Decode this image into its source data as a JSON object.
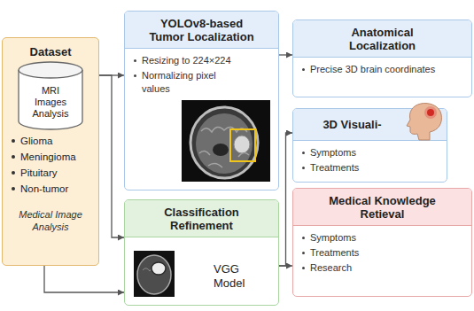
{
  "diagram": {
    "nodes": [
      {
        "text": [
          "Dataset",
          "Glioma",
          "Meningioma",
          "Pituitary",
          "Non-tumor",
          "Medical Image Analysis"
        ]
      },
      {
        "text": [
          "MRI Images Analysis"
        ],
        "in": 0
      },
      {
        "text": [
          "YOLOv8-based Tumor Localization",
          "Resizing to 224×224",
          "Normalizing pixel values"
        ]
      },
      {
        "text": [
          "Anatomical Localization",
          "Precise 3D brain coordinates"
        ]
      },
      {
        "text": [
          "3D Visuali-",
          "Symptoms",
          "Treatments"
        ]
      },
      {
        "text": [
          "Classification Refinement",
          "VGG Model"
        ]
      },
      {
        "text": [
          "Medical Knowledge Retieval",
          "Symptoms",
          "Treatments",
          "Research"
        ]
      }
    ],
    "edges": [
      {
        "from": 0,
        "to": 2,
        "arrow": "to"
      },
      {
        "from": 0,
        "to": 5,
        "arrow": "to"
      },
      {
        "from": 0,
        "to": 5,
        "arrow": "to"
      },
      {
        "from": 2,
        "to": 3,
        "arrow": "to"
      },
      {
        "from": 5,
        "to": 4,
        "arrow": "to"
      },
      {
        "from": 5,
        "to": 6,
        "arrow": "to"
      }
    ]
  }
}
